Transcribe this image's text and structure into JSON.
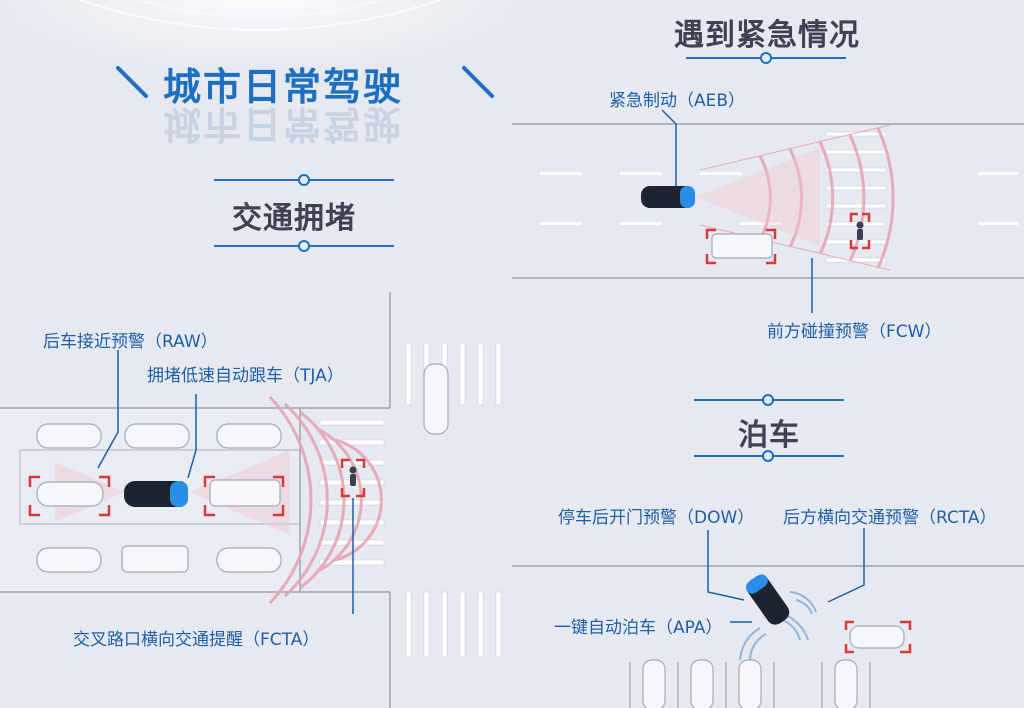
{
  "main_title": "城市日常驾驶",
  "sections": {
    "traffic_jam": {
      "title": "交通拥堵",
      "labels": {
        "raw": "后车接近预警（RAW）",
        "tja": "拥堵低速自动跟车（TJA）",
        "fcta": "交叉路口横向交通提醒（FCTA）"
      }
    },
    "emergency": {
      "title": "遇到紧急情况",
      "labels": {
        "aeb": "紧急制动（AEB）",
        "fcw": "前方碰撞预警（FCW）"
      }
    },
    "parking": {
      "title": "泊车",
      "labels": {
        "dow": "停车后开门预警（DOW）",
        "rcta": "后方横向交通预警（RCTA）",
        "apa": "一键自动泊车（APA）"
      }
    }
  },
  "colors": {
    "accent_blue": "#1d6fc1",
    "ego_car_blue": "#2a8ee8",
    "alert_red": "#d63a3a",
    "radar_pink": "#e8a0b0",
    "title_gray": "#3d4352"
  }
}
